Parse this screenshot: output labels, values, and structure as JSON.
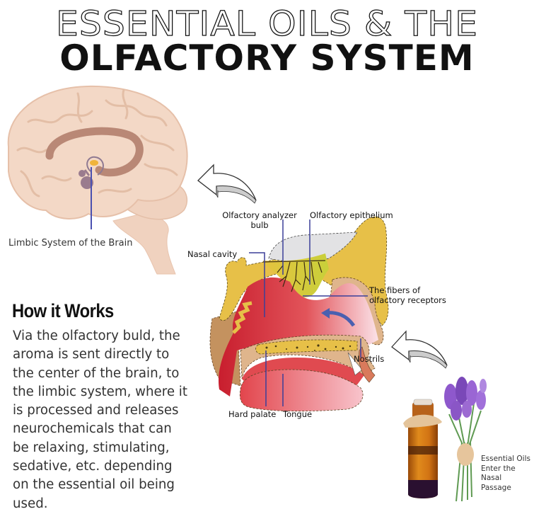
{
  "title": {
    "line1": "ESSENTIAL OILS & THE",
    "line2": "OLFACTORY SYSTEM"
  },
  "brain": {
    "label": "Limbic System of the Brain"
  },
  "nasal_diagram": {
    "labels": {
      "olfactory_analyzer_bulb_line1": "Olfactory analyzer",
      "olfactory_analyzer_bulb_line2": "bulb",
      "olfactory_epithelium": "Olfactory epithelium",
      "nasal_cavity": "Nasal cavity",
      "fibers_line1": "The fibers of",
      "fibers_line2": "olfactory receptors",
      "nostrils": "Nostrils",
      "hard_palate": "Hard palate",
      "tongue": "Tongue"
    }
  },
  "how_it_works": {
    "heading": "How it Works",
    "body_lines": [
      "Via the olfactory buld, the",
      "aroma is sent directly to",
      "the center of the brain, to",
      "the limbic system, where it",
      "is processed and releases",
      "neurochemicals that can",
      "be relaxing, stimulating,",
      "sedative, etc. depending",
      "on the essential oil being",
      "used."
    ]
  },
  "essential_oil": {
    "label_lines": [
      "Essential Oils",
      "Enter the",
      "Nasal",
      "Passage"
    ]
  },
  "colors": {
    "leader_line": "#3b3f99",
    "brain_fill": "#f2d6c4",
    "limbic_arc": "#b07d6a",
    "bone": "#e8c24a",
    "cavity_red": "#d9303a",
    "cavity_pink": "#f7c7d0",
    "skin": "#dfb58c",
    "amber": "#c96a10",
    "lavender": "#8b5cc9"
  }
}
